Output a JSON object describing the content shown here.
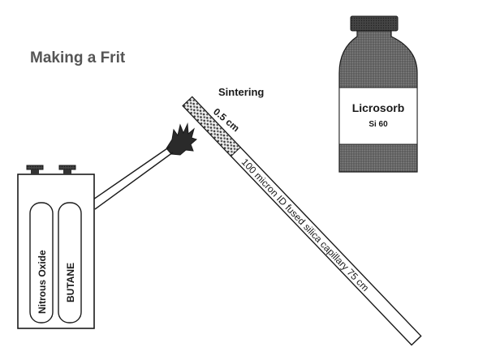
{
  "title": "Making a Frit",
  "sintering_label": "Sintering",
  "length_label": "0.5 cm",
  "capillary_label": "100 micron ID fused silica capillary 75 cm",
  "bottle": {
    "name": "Licrosorb",
    "grade": "Si 60"
  },
  "canisters": [
    {
      "label": "Nitrous Oxide"
    },
    {
      "label": "BUTANE"
    }
  ],
  "colors": {
    "ink": "#1a1a1a",
    "bottle_dark": "#5a5a5a",
    "bottle_light": "#8a8a8a",
    "stipple": "#bdbdbd"
  }
}
